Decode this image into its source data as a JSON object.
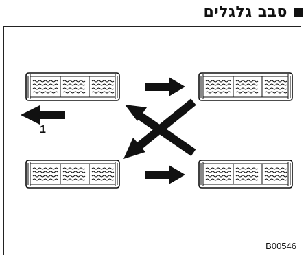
{
  "heading": {
    "text": "סבב גלגלים"
  },
  "diagram": {
    "callout_label": "1",
    "figure_code": "B00546"
  },
  "colors": {
    "ink": "#111111",
    "background": "#ffffff"
  }
}
